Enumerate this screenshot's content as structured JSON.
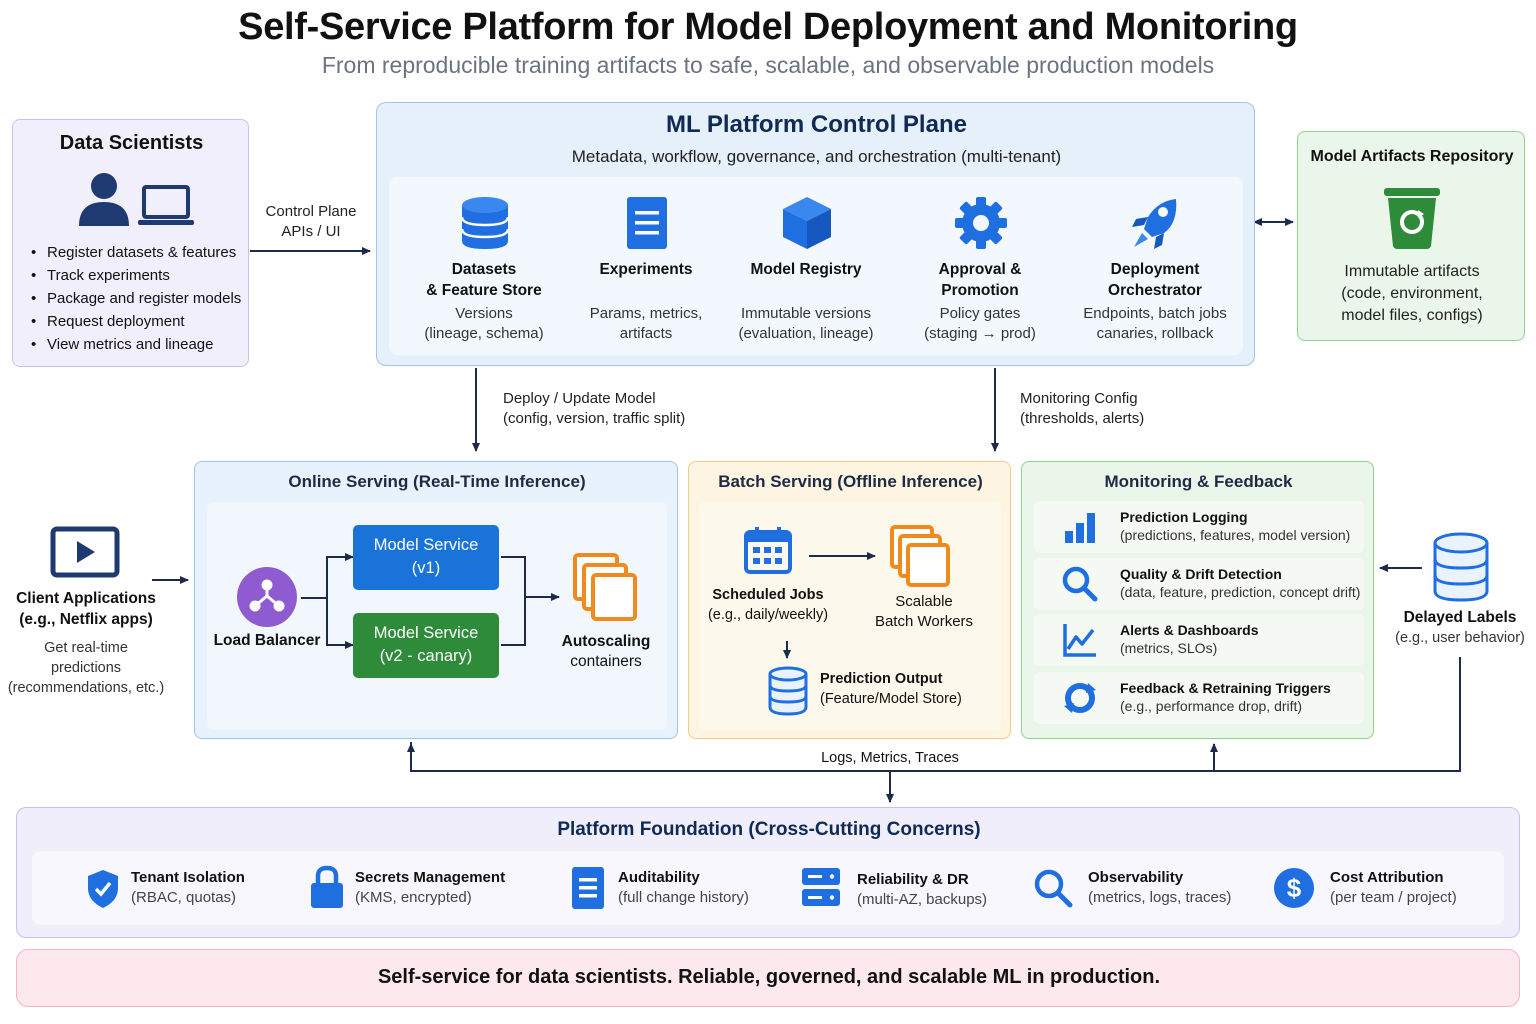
{
  "header": {
    "title": "Self-Service Platform for Model Deployment and Monitoring",
    "subtitle": "From reproducible training artifacts to safe, scalable, and observable production models"
  },
  "data_scientists": {
    "title": "Data Scientists",
    "tasks": [
      "Register datasets & features",
      "Track experiments",
      "Package and register models",
      "Request deployment",
      "View metrics and lineage"
    ],
    "icons": [
      "person-icon",
      "laptop-icon"
    ]
  },
  "edges": {
    "control_plane_api": [
      "Control Plane",
      "APIs / UI"
    ],
    "deploy": [
      "Deploy / Update Model",
      "(config, version, traffic split)"
    ],
    "monitoring_config": [
      "Monitoring Config",
      "(thresholds, alerts)"
    ],
    "telemetry": "Logs, Metrics, Traces"
  },
  "control_plane": {
    "title": "ML Platform Control Plane",
    "subtitle": "Metadata, workflow, governance, and orchestration (multi-tenant)",
    "components": [
      {
        "name": [
          "Datasets",
          "& Feature Store"
        ],
        "desc": [
          "Versions",
          "(lineage, schema)"
        ],
        "icon": "database-icon"
      },
      {
        "name": [
          "Experiments"
        ],
        "desc": [
          "Params, metrics,",
          "artifacts"
        ],
        "icon": "document-icon"
      },
      {
        "name": [
          "Model Registry"
        ],
        "desc": [
          "Immutable versions",
          "(evaluation, lineage)"
        ],
        "icon": "cube-icon"
      },
      {
        "name": [
          "Approval &",
          "Promotion"
        ],
        "desc": [
          "Policy gates",
          "(staging → prod)"
        ],
        "icon": "gear-icon"
      },
      {
        "name": [
          "Deployment",
          "Orchestrator"
        ],
        "desc": [
          "Endpoints, batch jobs",
          "canaries, rollback"
        ],
        "icon": "rocket-icon"
      }
    ]
  },
  "artifacts": {
    "title": "Model Artifacts Repository",
    "text": [
      "Immutable artifacts",
      "(code, environment,",
      "model files, configs)"
    ],
    "icon": "bucket-icon"
  },
  "client": {
    "title": [
      "Client Applications",
      "(e.g., Netflix apps)"
    ],
    "desc": [
      "Get real-time",
      "predictions",
      "(recommendations, etc.)"
    ],
    "icon": "video-player-icon"
  },
  "online_serving": {
    "title": "Online Serving (Real-Time Inference)",
    "load_balancer": "Load Balancer",
    "service_v1": [
      "Model Service",
      "(v1)"
    ],
    "service_v2": [
      "Model Service",
      "(v2 - canary)"
    ],
    "autoscaling": [
      "Autoscaling",
      "containers"
    ],
    "colors": {
      "v1": "#1a73d9",
      "v2": "#2e8b3a",
      "lb": "#8e5cd0",
      "containers": "#f08a1c"
    }
  },
  "batch_serving": {
    "title": "Batch Serving (Offline Inference)",
    "jobs": [
      "Scheduled Jobs",
      "(e.g., daily/weekly)"
    ],
    "workers": [
      "Scalable",
      "Batch Workers"
    ],
    "output": [
      "Prediction Output",
      "(Feature/Model Store)"
    ]
  },
  "monitoring": {
    "title": "Monitoring & Feedback",
    "items": [
      {
        "name": "Prediction Logging",
        "desc": "(predictions, features, model version)",
        "icon": "bar-chart-icon"
      },
      {
        "name": "Quality & Drift Detection",
        "desc": "(data, feature, prediction, concept drift)",
        "icon": "magnifier-icon"
      },
      {
        "name": "Alerts & Dashboards",
        "desc": "(metrics, SLOs)",
        "icon": "line-chart-icon"
      },
      {
        "name": "Feedback & Retraining Triggers",
        "desc": "(e.g., performance drop, drift)",
        "icon": "refresh-icon"
      }
    ]
  },
  "delayed_labels": {
    "title": "Delayed Labels",
    "desc": "(e.g., user behavior)",
    "icon": "database-icon"
  },
  "foundation": {
    "title": "Platform Foundation (Cross-Cutting Concerns)",
    "items": [
      {
        "name": "Tenant Isolation",
        "desc": "(RBAC, quotas)",
        "icon": "shield-icon"
      },
      {
        "name": "Secrets Management",
        "desc": "(KMS, encrypted)",
        "icon": "lock-icon"
      },
      {
        "name": "Auditability",
        "desc": "(full change history)",
        "icon": "document-icon"
      },
      {
        "name": "Reliability & DR",
        "desc": "(multi-AZ, backups)",
        "icon": "server-icon"
      },
      {
        "name": "Observability",
        "desc": "(metrics, logs, traces)",
        "icon": "magnifier-icon"
      },
      {
        "name": "Cost Attribution",
        "desc": "(per team / project)",
        "icon": "dollar-icon"
      }
    ]
  },
  "banner": "Self-service for data scientists. Reliable, governed, and scalable ML in production.",
  "colors": {
    "primary_blue": "#1a5fd0",
    "icon_blue": "#1f6fe0",
    "green": "#2e8b3a",
    "orange": "#f08a1c",
    "purple": "#8e5cd0"
  }
}
